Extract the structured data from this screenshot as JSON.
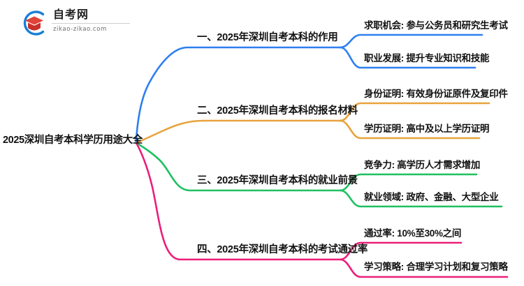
{
  "logo": {
    "name_cn": "自考网",
    "domain": "zikao-zikao.com",
    "mark_icon": "graduation-cap-icon",
    "arc_color": "#1a7fd4",
    "cap_color": "#d9342b"
  },
  "mindmap": {
    "root": {
      "label": "2025深圳自考本科学历用途大全"
    },
    "branches": [
      {
        "id": "branch-1",
        "label": "一、2025年深圳自考本科的作用",
        "color": "#2d7ff0",
        "children": [
          {
            "id": "leaf-1-1",
            "label": "求职机会: 参与公务员和研究生考试"
          },
          {
            "id": "leaf-1-2",
            "label": "职业发展: 提升专业知识和技能"
          }
        ]
      },
      {
        "id": "branch-2",
        "label": "二、2025年深圳自考本科的报名材料",
        "color": "#e8a33d",
        "children": [
          {
            "id": "leaf-2-1",
            "label": "身份证明: 有效身份证原件及复印件"
          },
          {
            "id": "leaf-2-2",
            "label": "学历证明: 高中及以上学历证明"
          }
        ]
      },
      {
        "id": "branch-3",
        "label": "三、2025年深圳自考本科的就业前景",
        "color": "#1fc060",
        "children": [
          {
            "id": "leaf-3-1",
            "label": "竞争力: 高学历人才需求增加"
          },
          {
            "id": "leaf-3-2",
            "label": "就业领域: 政府、金融、大型企业"
          }
        ]
      },
      {
        "id": "branch-4",
        "label": "四、2025年深圳自考本科的考试通过率",
        "color": "#ec1e79",
        "children": [
          {
            "id": "leaf-4-1",
            "label": "通过率: 10%至30%之间"
          },
          {
            "id": "leaf-4-2",
            "label": "学习策略: 合理学习计划和复习策略"
          }
        ]
      }
    ]
  }
}
